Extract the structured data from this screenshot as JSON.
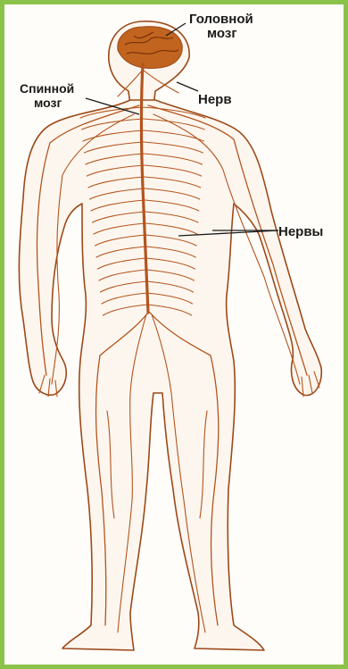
{
  "colors": {
    "frame": "#8BC34A",
    "outline": "#9b4a1a",
    "nerve": "#b3541e",
    "brain": "#c0641f",
    "leader": "#1a1a1a",
    "background": "#fffdf9"
  },
  "figure": {
    "subject": "human nervous system, front view"
  },
  "labels": {
    "brain_line1": "Головной",
    "brain_line2": "мозг",
    "spinal_line1": "Спинной",
    "spinal_line2": "мозг",
    "nerve": "Нерв",
    "nerves": "Нервы"
  }
}
